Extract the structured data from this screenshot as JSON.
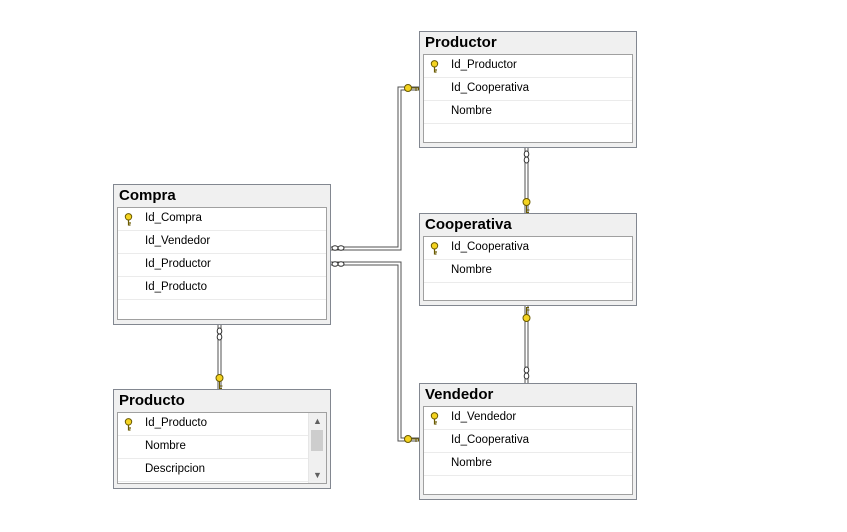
{
  "tables": {
    "productor": {
      "title": "Productor",
      "columns": [
        {
          "name": "Id_Productor",
          "pk": true
        },
        {
          "name": "Id_Cooperativa",
          "pk": false
        },
        {
          "name": "Nombre",
          "pk": false
        }
      ]
    },
    "compra": {
      "title": "Compra",
      "columns": [
        {
          "name": "Id_Compra",
          "pk": true
        },
        {
          "name": "Id_Vendedor",
          "pk": false
        },
        {
          "name": "Id_Productor",
          "pk": false
        },
        {
          "name": "Id_Producto",
          "pk": false
        }
      ]
    },
    "cooperativa": {
      "title": "Cooperativa",
      "columns": [
        {
          "name": "Id_Cooperativa",
          "pk": true
        },
        {
          "name": "Nombre",
          "pk": false
        }
      ]
    },
    "producto": {
      "title": "Producto",
      "columns": [
        {
          "name": "Id_Producto",
          "pk": true
        },
        {
          "name": "Nombre",
          "pk": false
        },
        {
          "name": "Descripcion",
          "pk": false
        }
      ]
    },
    "vendedor": {
      "title": "Vendedor",
      "columns": [
        {
          "name": "Id_Vendedor",
          "pk": true
        },
        {
          "name": "Id_Cooperativa",
          "pk": false
        },
        {
          "name": "Nombre",
          "pk": false
        }
      ]
    }
  },
  "icons": {
    "primary_key": "key-icon",
    "relationship_one": "key-icon",
    "relationship_many": "infinity-icon",
    "scroll_up": "chevron-up-icon",
    "scroll_down": "chevron-down-icon"
  },
  "colors": {
    "key": "#f4d320",
    "key_stroke": "#6a5a00",
    "link": "#505050",
    "table_border": "#828790",
    "title_bg": "#f0f0f0"
  }
}
